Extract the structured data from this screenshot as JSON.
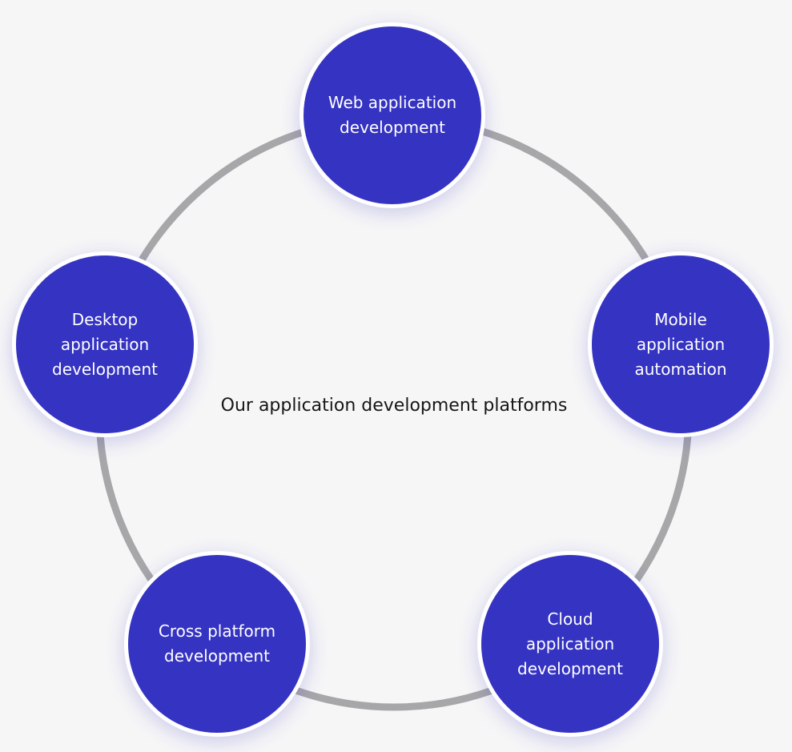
{
  "diagram": {
    "title": "Our application development platforms",
    "ring_color": "#a7a7aa",
    "node_color": "#3533c2",
    "node_border": "#ffffff",
    "nodes": [
      {
        "label": "Web application\ndevelopment"
      },
      {
        "label": "Mobile\napplication\nautomation"
      },
      {
        "label": "Cloud application\ndevelopment"
      },
      {
        "label": "Cross platform\ndevelopment"
      },
      {
        "label": "Desktop\napplication\ndevelopment"
      }
    ]
  }
}
